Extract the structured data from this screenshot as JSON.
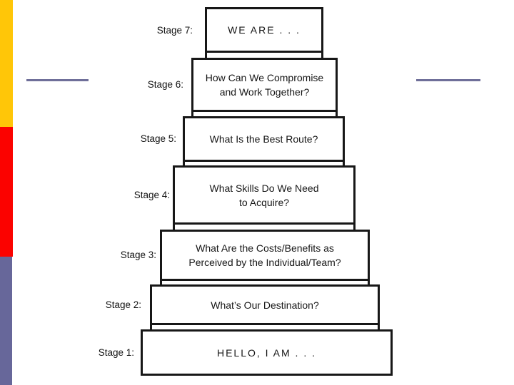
{
  "slide": {
    "background": "#ffffff",
    "accent_bars": {
      "yellow": "#ffc608",
      "red": "#fb0200",
      "purple": "#67679a"
    },
    "divider_color": "#6f6f99",
    "box_border_color": "#171717",
    "text_color": "#161616"
  },
  "diagram": {
    "stages": [
      {
        "label": "Stage 7:",
        "lines": [
          "WE ARE . . ."
        ]
      },
      {
        "label": "Stage 6:",
        "lines": [
          "How Can We Compromise",
          "and Work Together?"
        ]
      },
      {
        "label": "Stage 5:",
        "lines": [
          "What Is the Best Route?"
        ]
      },
      {
        "label": "Stage 4:",
        "lines": [
          "What Skills Do We Need",
          "to Acquire?"
        ]
      },
      {
        "label": "Stage 3:",
        "lines": [
          "What Are the Costs/Benefits as",
          "Perceived by the Individual/Team?"
        ]
      },
      {
        "label": "Stage 2:",
        "lines": [
          "What’s Our Destination?"
        ]
      },
      {
        "label": "Stage 1:",
        "lines": [
          "HELLO, I AM . . ."
        ]
      }
    ]
  }
}
